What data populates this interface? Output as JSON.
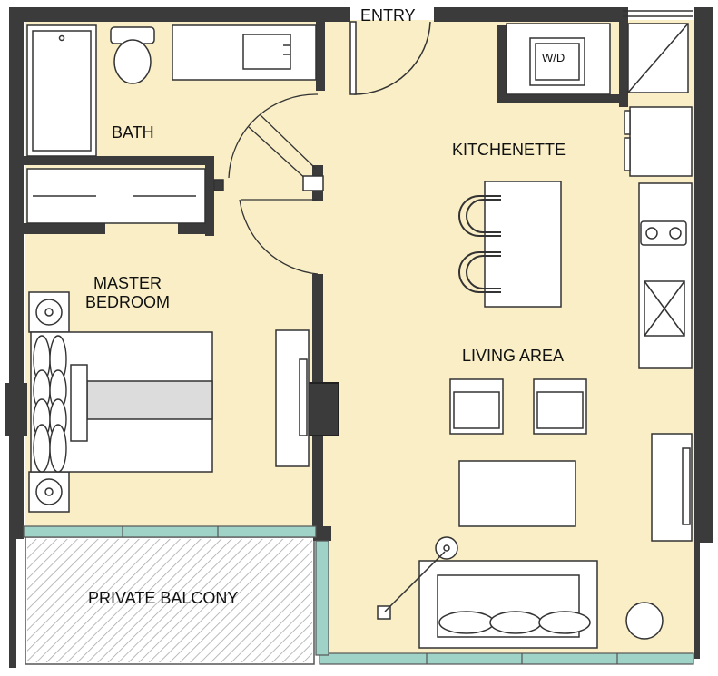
{
  "plan": {
    "labels": {
      "entry": "ENTRY",
      "bath": "BATH",
      "kitchenette": "KITCHENETTE",
      "master_bedroom_line1": "MASTER",
      "master_bedroom_line2": "BEDROOM",
      "living_area": "LIVING AREA",
      "private_balcony": "PRIVATE BALCONY",
      "washer_dryer": "W/D"
    },
    "colors": {
      "floor": "#f9eec6",
      "wall": "#3b3b3b",
      "glass": "#9fd3c7",
      "fixture_fill": "#ffffff",
      "fixture_stroke": "#333333",
      "bed_runner": "#dcdcdc",
      "balcony_hatch": "#a9a9a9"
    }
  }
}
